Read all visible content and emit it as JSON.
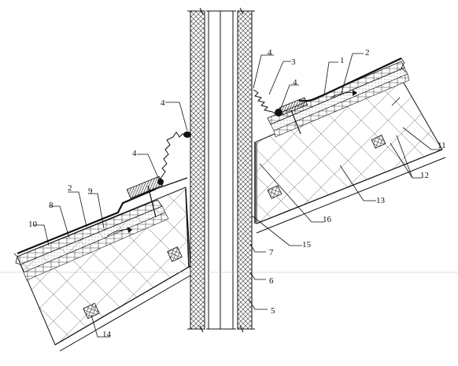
{
  "diagram": {
    "callouts": [
      {
        "id": "c1",
        "text": "1"
      },
      {
        "id": "c2a",
        "text": "2"
      },
      {
        "id": "c2b",
        "text": "2"
      },
      {
        "id": "c3",
        "text": "3"
      },
      {
        "id": "c4a",
        "text": "4"
      },
      {
        "id": "c4b",
        "text": "4"
      },
      {
        "id": "c4c",
        "text": "4"
      },
      {
        "id": "c4d",
        "text": "4"
      },
      {
        "id": "c5",
        "text": "5"
      },
      {
        "id": "c6",
        "text": "6"
      },
      {
        "id": "c7",
        "text": "7"
      },
      {
        "id": "c8",
        "text": "8"
      },
      {
        "id": "c9",
        "text": "9"
      },
      {
        "id": "c10",
        "text": "10"
      },
      {
        "id": "c11",
        "text": "11"
      },
      {
        "id": "c12",
        "text": "12"
      },
      {
        "id": "c13",
        "text": "13"
      },
      {
        "id": "c14",
        "text": "14"
      },
      {
        "id": "c15",
        "text": "15"
      },
      {
        "id": "c16",
        "text": "16"
      }
    ]
  }
}
